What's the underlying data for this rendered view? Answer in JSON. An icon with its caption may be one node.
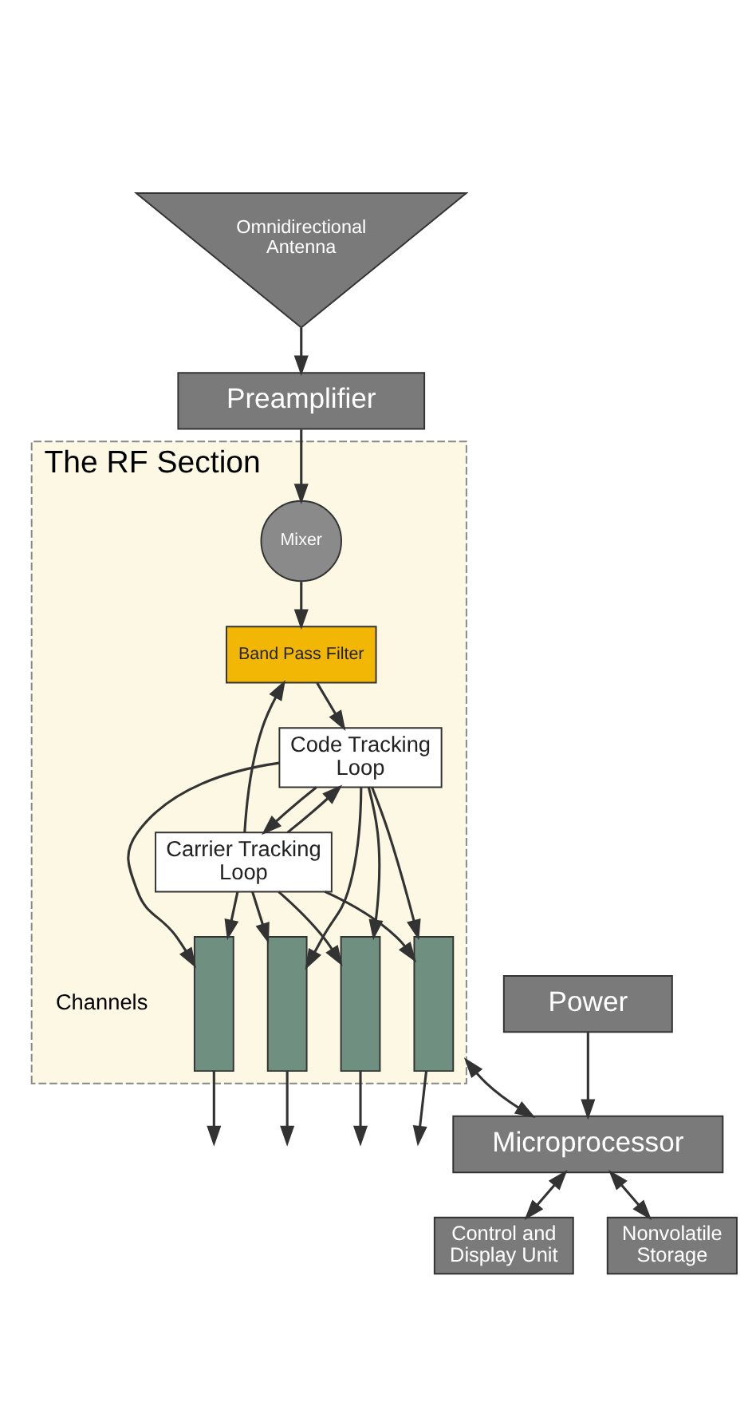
{
  "diagram": {
    "nodes": [
      {
        "text": [
          "Omnidirectional Antenna"
        ]
      },
      {
        "text": [
          "Preamplifier"
        ]
      },
      {
        "text": [
          "The RF Section"
        ]
      },
      {
        "text": [
          "Mixer"
        ],
        "in": 2
      },
      {
        "text": [
          "Band Pass Filter"
        ],
        "in": 2
      },
      {
        "text": [
          "Code Tracking Loop"
        ],
        "in": 2
      },
      {
        "text": [
          "Carrier Tracking Loop"
        ],
        "in": 2
      },
      {
        "text": [],
        "shape": "bar",
        "in": 2
      },
      {
        "text": [],
        "shape": "bar",
        "in": 2
      },
      {
        "text": [],
        "shape": "bar",
        "in": 2
      },
      {
        "text": [],
        "shape": "bar",
        "in": 2
      },
      {
        "text": [
          "Microprocessor"
        ]
      },
      {
        "text": [
          "Control and Display Unit"
        ]
      },
      {
        "text": [
          "Nonvolatile Storage"
        ]
      },
      {
        "text": [
          "Power"
        ]
      }
    ],
    "edges": [
      {
        "from": 0,
        "to": 1,
        "arrow": "to"
      },
      {
        "from": 1,
        "to": 3,
        "arrow": "to"
      },
      {
        "from": 3,
        "to": 4,
        "arrow": "to"
      },
      {
        "from": 4,
        "to": 5,
        "arrow": "to"
      },
      {
        "from": 6,
        "to": 4,
        "arrow": "to"
      },
      {
        "from": 6,
        "to": 5,
        "arrow": "to"
      },
      {
        "from": 5,
        "to": 6,
        "arrow": "to"
      },
      {
        "from": 5,
        "to": 7,
        "arrow": "to"
      },
      {
        "from": 5,
        "to": 8,
        "arrow": "to"
      },
      {
        "from": 5,
        "to": 9,
        "arrow": "to"
      },
      {
        "from": 5,
        "to": 10,
        "arrow": "to"
      },
      {
        "from": 6,
        "to": 7,
        "arrow": "to"
      },
      {
        "from": 6,
        "to": 8,
        "arrow": "to"
      },
      {
        "from": 6,
        "to": 9,
        "arrow": "to"
      },
      {
        "from": 6,
        "to": 10,
        "arrow": "to"
      },
      {
        "from": 7,
        "to": null,
        "arrow": "to"
      },
      {
        "from": 8,
        "to": null,
        "arrow": "to"
      },
      {
        "from": 9,
        "to": null,
        "arrow": "to"
      },
      {
        "from": 10,
        "to": null,
        "arrow": "to"
      },
      {
        "from": 2,
        "to": 11,
        "arrow": "both"
      },
      {
        "from": 11,
        "to": 12,
        "arrow": "both"
      },
      {
        "from": 11,
        "to": 13,
        "arrow": "both"
      },
      {
        "from": 14,
        "to": 11,
        "arrow": "to"
      }
    ],
    "labels": [
      "Channels"
    ]
  }
}
